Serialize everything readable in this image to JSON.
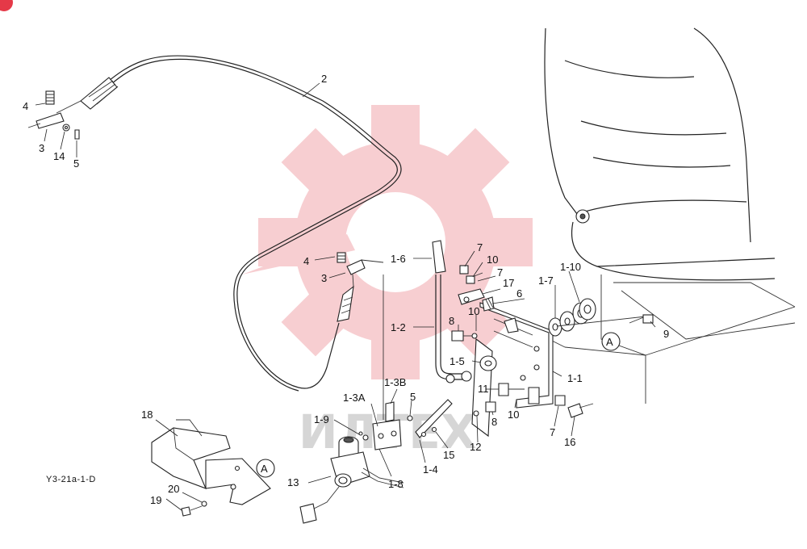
{
  "diagram_code": "Y3-21a-1-D",
  "watermark": {
    "text": "ИЛТЕХ",
    "color": "#f3b4b9"
  },
  "reference_marker": "A",
  "callouts": {
    "c2": "2",
    "c4a": "4",
    "c3a": "3",
    "c14": "14",
    "c5a": "5",
    "c4b": "4",
    "c3b": "3",
    "c16": "1-6",
    "c12": "1-2",
    "c7a": "7",
    "c10a": "10",
    "c7b": "7",
    "c17": "17",
    "c6": "6",
    "c10b": "10",
    "c8a": "8",
    "c15": "1-5",
    "c17b": "1-7",
    "c110": "1-10",
    "c9": "9",
    "c11": "1-1",
    "c11b": "11",
    "c8b": "8",
    "c10c": "10",
    "c7c": "7",
    "c16b": "16",
    "c13b": "1-3B",
    "c13a": "1-3A",
    "c5b": "5",
    "c19": "1-9",
    "c15b": "15",
    "c14b": "1-4",
    "c12b": "12",
    "c18": "1-8",
    "c13": "13",
    "c18b": "18",
    "c20": "20",
    "c19b": "19"
  }
}
